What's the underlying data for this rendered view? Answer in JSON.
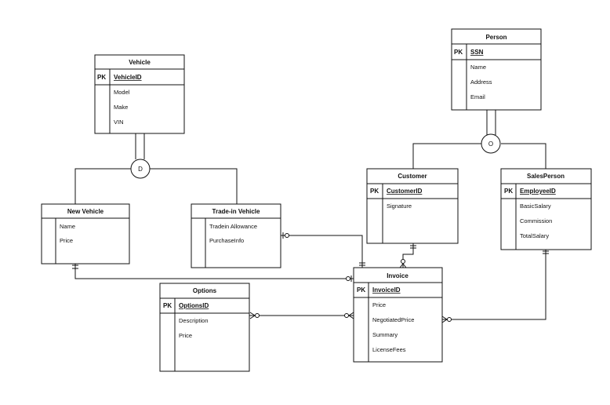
{
  "diagram": {
    "entities": [
      {
        "id": "vehicle",
        "title": "Vehicle",
        "pk_label": "PK",
        "pk": "VehicleID",
        "attributes": [
          "Model",
          "Make",
          "VIN"
        ]
      },
      {
        "id": "person",
        "title": "Person",
        "pk_label": "PK",
        "pk": "SSN",
        "attributes": [
          "Name",
          "Address",
          "Email"
        ]
      },
      {
        "id": "new-vehicle",
        "title": "New Vehicle",
        "attributes": [
          "Name",
          "Price"
        ]
      },
      {
        "id": "tradein-vehicle",
        "title": "Trade-in Vehicle",
        "attributes": [
          "Tradein Allowance",
          "PurchaseInfo"
        ]
      },
      {
        "id": "customer",
        "title": "Customer",
        "pk_label": "PK",
        "pk": "CustomerID",
        "attributes": [
          "Signature"
        ]
      },
      {
        "id": "salesperson",
        "title": "SalesPerson",
        "pk_label": "PK",
        "pk": "EmployeeID",
        "attributes": [
          "BasicSalary",
          "Commission",
          "TotalSalary"
        ]
      },
      {
        "id": "invoice",
        "title": "Invoice",
        "pk_label": "PK",
        "pk": "InvoiceID",
        "attributes": [
          "Price",
          "NegotiatedPrice",
          "Summary",
          "LicenseFees"
        ]
      },
      {
        "id": "options",
        "title": "Options",
        "pk_label": "PK",
        "pk": "OptionsID",
        "attributes": [
          "Description",
          "Price"
        ]
      }
    ],
    "specializations": [
      {
        "id": "vehicle-disjoint",
        "symbol": "D"
      },
      {
        "id": "person-overlap",
        "symbol": "O"
      }
    ],
    "colors": {
      "line": "#111111",
      "fill": "#ffffff"
    }
  }
}
